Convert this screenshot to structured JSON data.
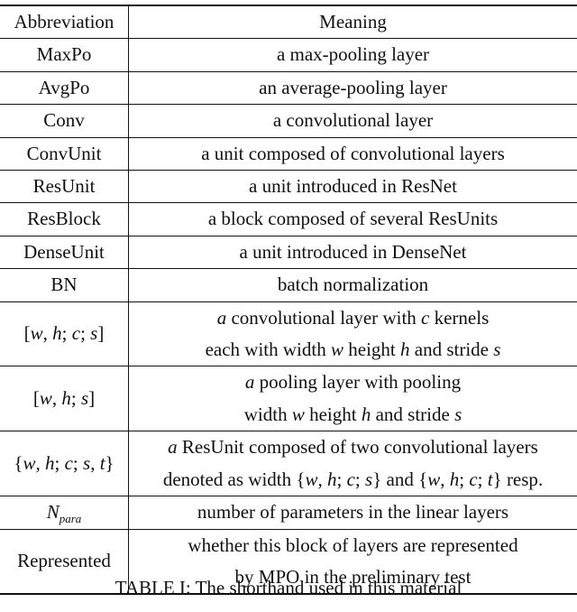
{
  "table": {
    "header": {
      "abbreviation": "Abbreviation",
      "meaning": "Meaning"
    },
    "rows": [
      {
        "abbr": "MaxPo",
        "meaning": [
          "a max-pooling layer"
        ]
      },
      {
        "abbr": "AvgPo",
        "meaning": [
          "an average-pooling layer"
        ]
      },
      {
        "abbr": "Conv",
        "meaning": [
          "a convolutional layer"
        ]
      },
      {
        "abbr": "ConvUnit",
        "meaning": [
          "a unit composed of convolutional layers"
        ]
      },
      {
        "abbr": "ResUnit",
        "meaning": [
          "a unit introduced in ResNet"
        ]
      },
      {
        "abbr": "ResBlock",
        "meaning": [
          "a block composed of several ResUnits"
        ]
      },
      {
        "abbr": "DenseUnit",
        "meaning": [
          "a unit introduced in DenseNet"
        ]
      },
      {
        "abbr": "BN",
        "meaning": [
          "batch normalization"
        ]
      },
      {
        "abbr": "[w, h; c; s]",
        "meaning": [
          "a convolutional layer with c kernels",
          "each with width w height h and stride s"
        ]
      },
      {
        "abbr": "[w, h; s]",
        "meaning": [
          "a pooling layer with pooling",
          "width w height h and stride s"
        ]
      },
      {
        "abbr": "{w, h; c; s, t}",
        "meaning": [
          "a ResUnit composed of two convolutional layers",
          "denoted as width {w, h; c; s} and {w, h; c; t} resp."
        ]
      },
      {
        "abbr": "N_para",
        "meaning": [
          "number of parameters in the linear layers"
        ]
      },
      {
        "abbr": "Represented",
        "meaning": [
          "whether this block of layers are represented",
          "by MPO in the preliminary test"
        ]
      }
    ]
  },
  "caption": "TABLE I: The shorthand used in this material"
}
